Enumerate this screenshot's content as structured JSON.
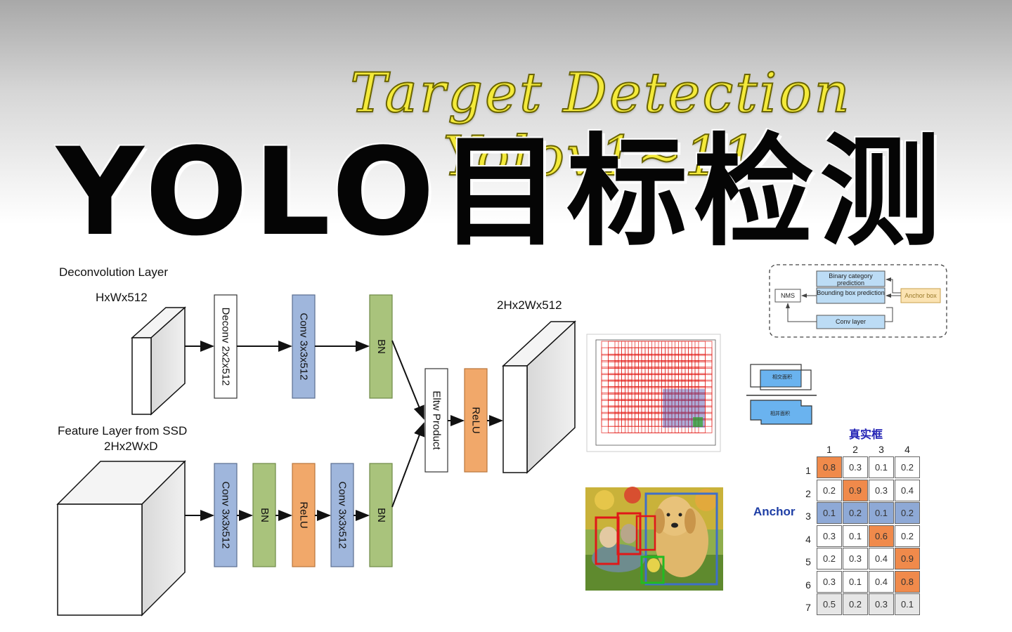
{
  "title_script": "Target Detection Yolov1~11",
  "title_main": "YOLO目标检测",
  "deconv_diagram": {
    "section_label": "Deconvolution Layer",
    "input_label": "HxWx512",
    "ssd_label": "Feature Layer from SSD",
    "ssd_dims": "2Hx2WxD",
    "output_label": "2Hx2Wx512",
    "top_branch": [
      "Deconv 2x2x512",
      "Conv 3x3x512",
      "BN"
    ],
    "bottom_branch": [
      "Conv 3x3x512",
      "BN",
      "ReLU",
      "Conv 3x3x512",
      "BN"
    ],
    "merge": [
      "Eltw Product",
      "ReLU"
    ],
    "colors": {
      "white": "#ffffff",
      "blue": "#9fb6dc",
      "green": "#a9c37c",
      "orange": "#f1a86a"
    }
  },
  "head_diagram": {
    "boxes": [
      "Binary category prediction",
      "Bounding box prediction",
      "NMS",
      "Anchor box",
      "Conv layer"
    ]
  },
  "iou_icons": {
    "top": "相交面积",
    "bottom": "相并面积"
  },
  "match_table": {
    "title": "真实框",
    "row_label": "Anchor",
    "columns": [
      "1",
      "2",
      "3",
      "4"
    ],
    "rows": [
      {
        "id": "1",
        "values": [
          "0.8",
          "0.3",
          "0.1",
          "0.2"
        ]
      },
      {
        "id": "2",
        "values": [
          "0.2",
          "0.9",
          "0.3",
          "0.4"
        ]
      },
      {
        "id": "3",
        "values": [
          "0.1",
          "0.2",
          "0.1",
          "0.2"
        ]
      },
      {
        "id": "4",
        "values": [
          "0.3",
          "0.1",
          "0.6",
          "0.2"
        ]
      },
      {
        "id": "5",
        "values": [
          "0.2",
          "0.3",
          "0.4",
          "0.9"
        ]
      },
      {
        "id": "6",
        "values": [
          "0.3",
          "0.1",
          "0.4",
          "0.8"
        ]
      },
      {
        "id": "7",
        "values": [
          "0.5",
          "0.2",
          "0.3",
          "0.1"
        ]
      }
    ],
    "highlights": {
      "orange": "#f08a4b",
      "blue": "#8ea9d6",
      "gray": "#e6e6e6"
    }
  }
}
